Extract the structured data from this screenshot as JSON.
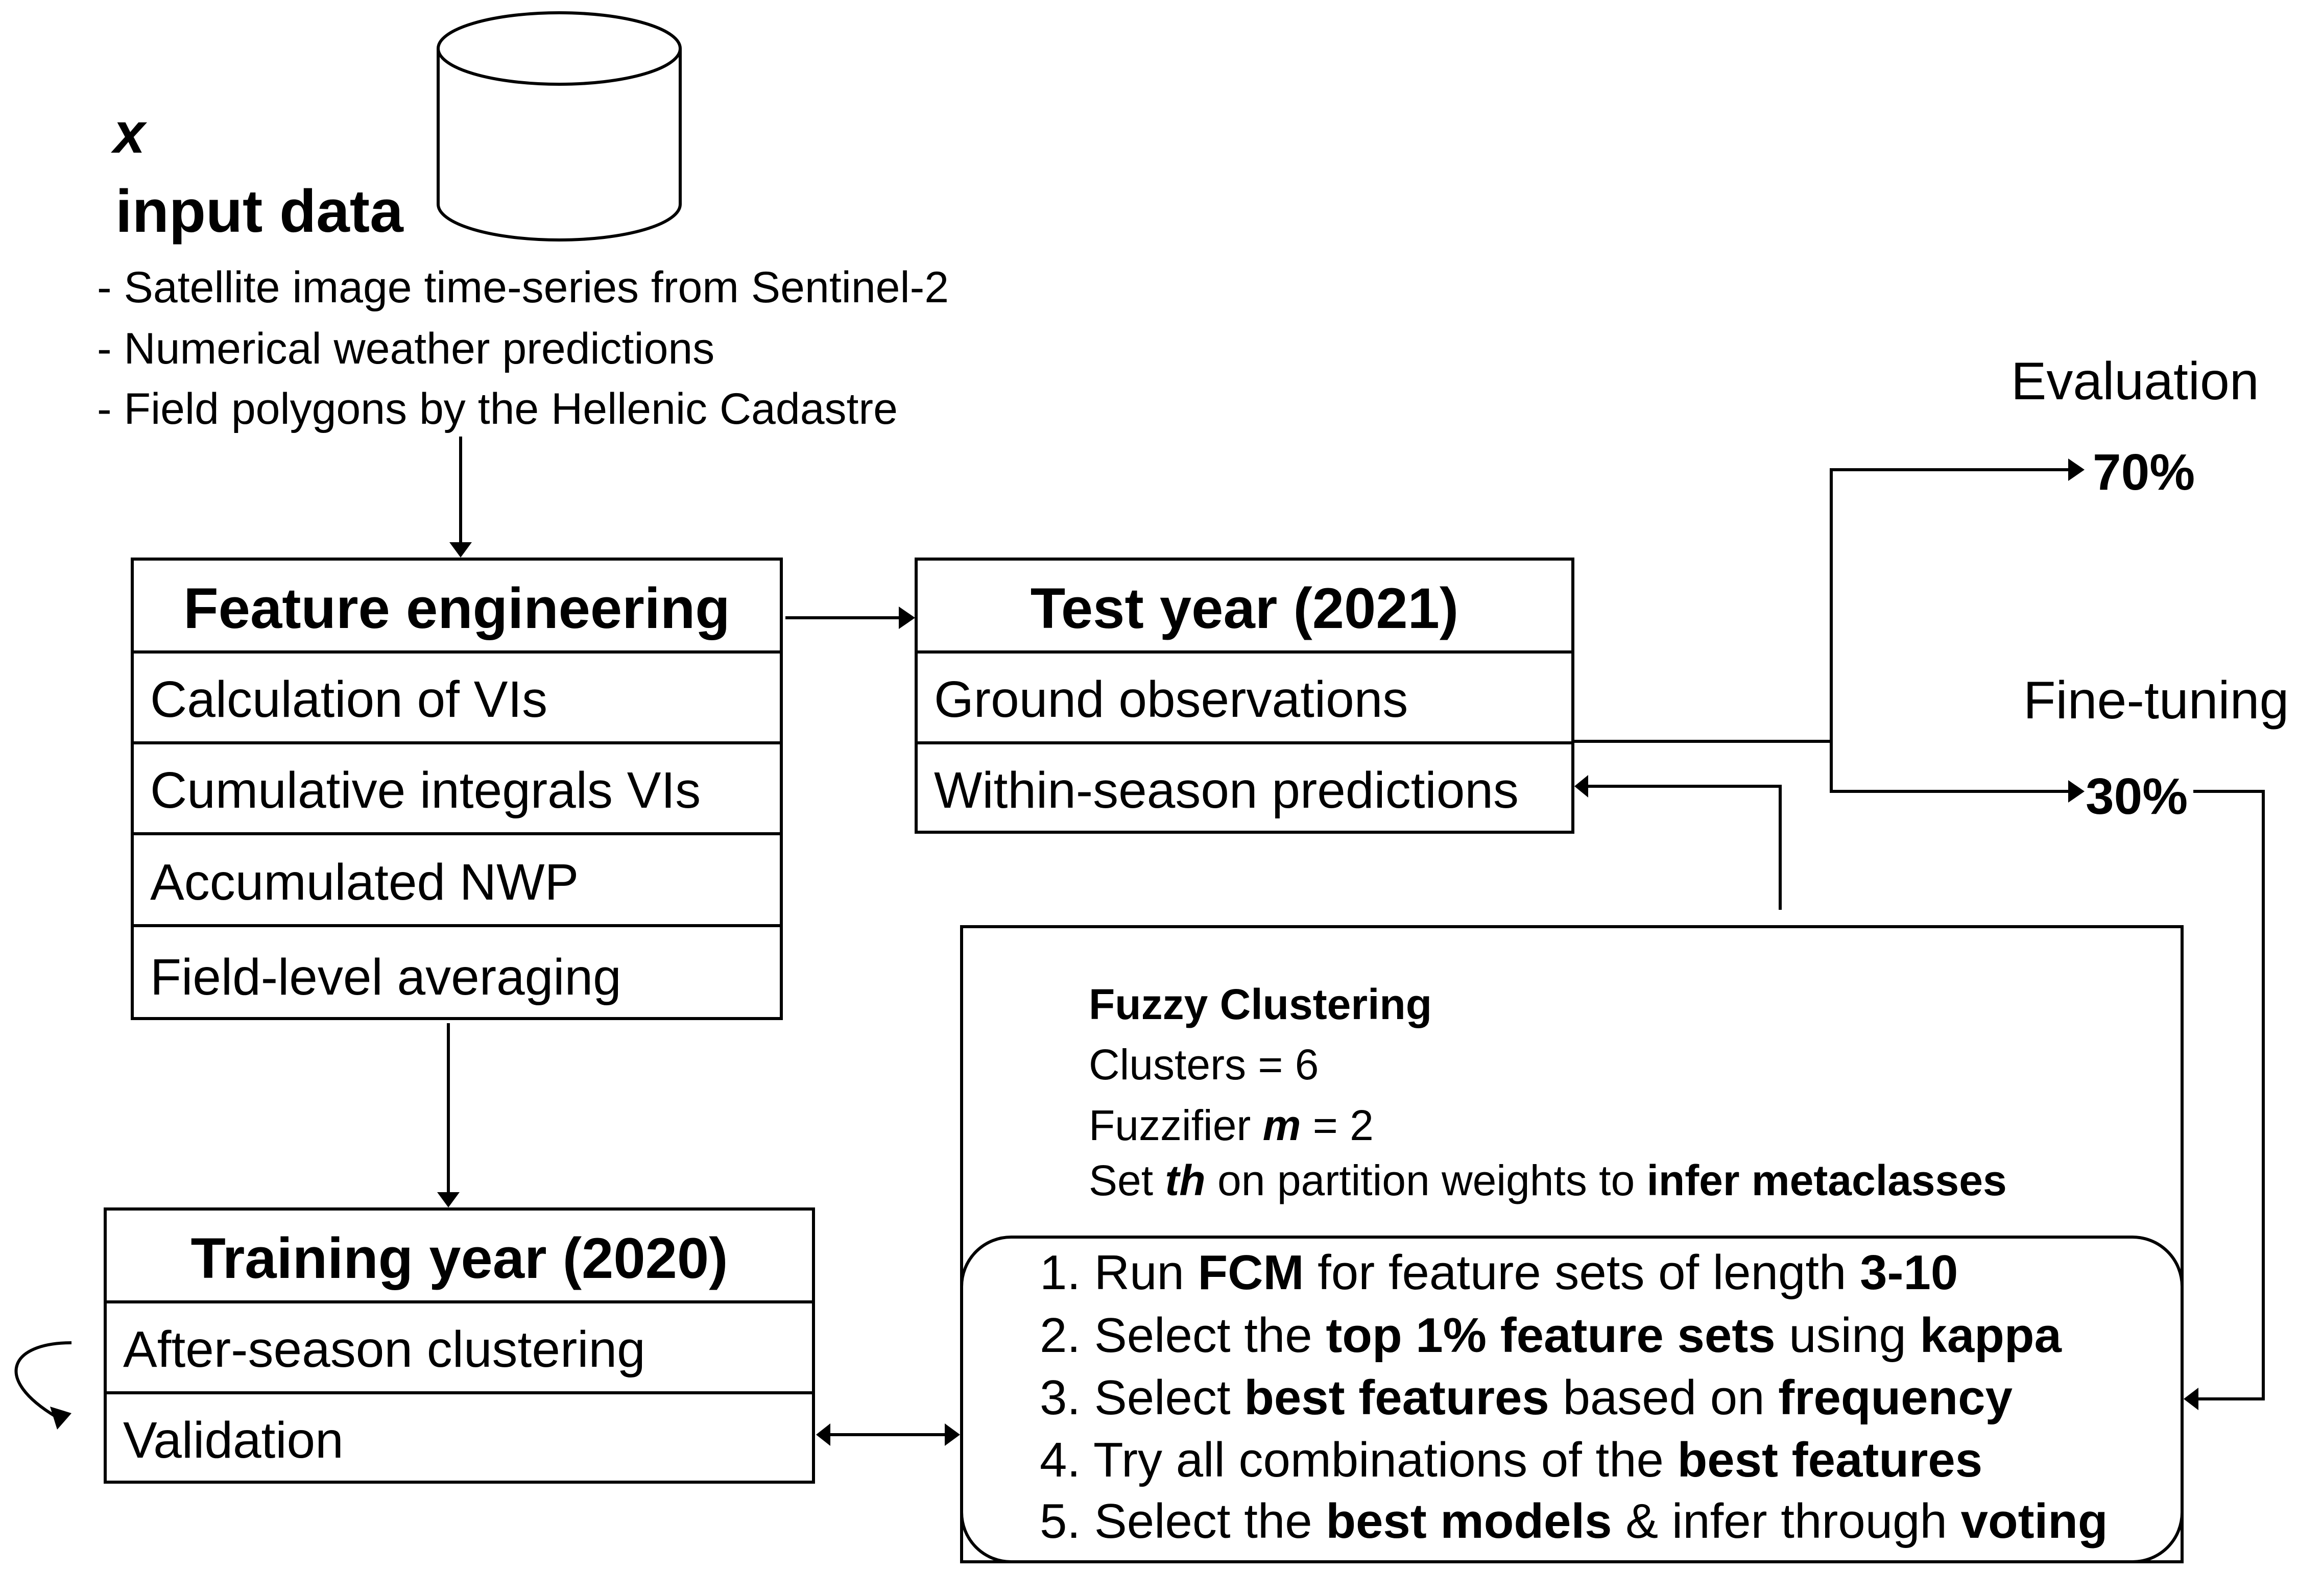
{
  "input": {
    "symbol": "x",
    "title": "input data",
    "items": [
      "- Satellite image time-series from Sentinel-2",
      "- Numerical weather predictions",
      "- Field polygons by the Hellenic Cadastre"
    ]
  },
  "feature_engineering": {
    "title": "Feature engineering",
    "rows": [
      "Calculation of VIs",
      "Cumulative integrals VIs",
      "Accumulated NWP",
      "Field-level averaging"
    ]
  },
  "test_year": {
    "title": "Test year (2021)",
    "rows": [
      "Ground observations",
      "Within-season predictions"
    ]
  },
  "training_year": {
    "title": "Training year (2020)",
    "rows": [
      "After-season clustering",
      "Validation"
    ]
  },
  "split": {
    "evaluation_label": "Evaluation",
    "evaluation_pct": "70%",
    "finetune_label": "Fine-tuning",
    "finetune_pct": "30%"
  },
  "fuzzy": {
    "title": "Fuzzy Clustering",
    "clusters": "Clusters = 6",
    "fuzzifier_pre": "Fuzzifier ",
    "fuzzifier_var": "m",
    "fuzzifier_post": " = 2",
    "set_pre": "Set ",
    "set_var": "th",
    "set_mid": " on partition weights to ",
    "set_bold": "infer metaclasses"
  },
  "steps": [
    {
      "num": "1. ",
      "parts": [
        [
          "Run ",
          false
        ],
        [
          "FCM",
          true
        ],
        [
          " for feature sets of length ",
          false
        ],
        [
          "3-10",
          true
        ]
      ]
    },
    {
      "num": "2. ",
      "parts": [
        [
          "Select the ",
          false
        ],
        [
          "top 1% feature sets",
          true
        ],
        [
          " using ",
          false
        ],
        [
          "kappa",
          true
        ]
      ]
    },
    {
      "num": "3. ",
      "parts": [
        [
          "Select ",
          false
        ],
        [
          "best features",
          true
        ],
        [
          " based on ",
          false
        ],
        [
          "frequency",
          true
        ]
      ]
    },
    {
      "num": "4. ",
      "parts": [
        [
          "Try all combinations of the ",
          false
        ],
        [
          "best features",
          true
        ]
      ]
    },
    {
      "num": "5. ",
      "parts": [
        [
          "Select the ",
          false
        ],
        [
          "best models",
          true
        ],
        [
          " & infer through ",
          false
        ],
        [
          "voting",
          true
        ]
      ]
    }
  ]
}
